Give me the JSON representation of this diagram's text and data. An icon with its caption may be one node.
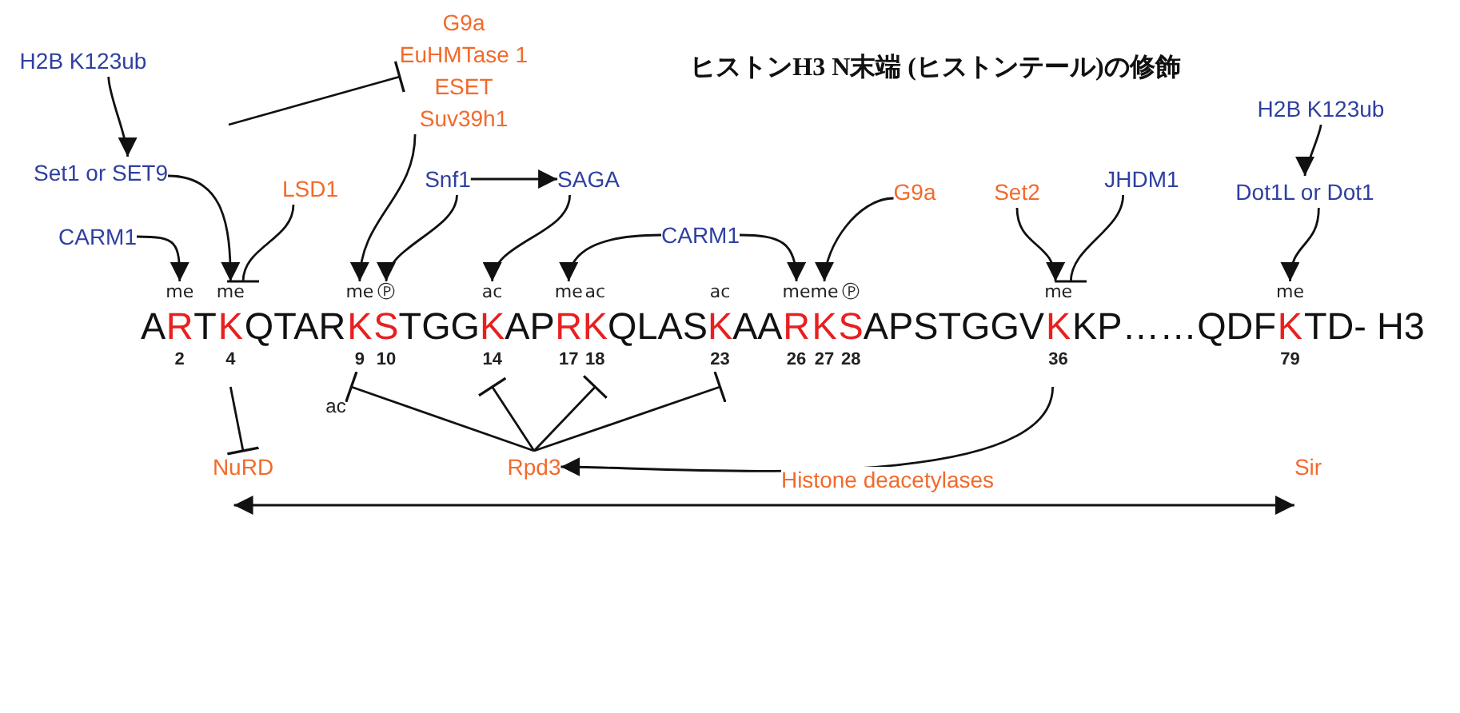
{
  "diagram": {
    "title": "ヒストンH3 N末端 (ヒストンテール)の修飾",
    "nodes": [
      {
        "text": [
          "H2B K123ub"
        ]
      },
      {
        "text": [
          "G9a",
          "EuHMTase 1",
          "ESET",
          "Suv39h1"
        ]
      },
      {
        "text": [
          "H2B K123ub"
        ]
      },
      {
        "text": [
          "Set1 or SET9"
        ]
      },
      {
        "text": [
          "Snf1"
        ]
      },
      {
        "text": [
          "SAGA"
        ]
      },
      {
        "text": [
          "LSD1"
        ]
      },
      {
        "text": [
          "JHDM1"
        ]
      },
      {
        "text": [
          "Dot1L or Dot1"
        ]
      },
      {
        "text": [
          "G9a"
        ]
      },
      {
        "text": [
          "Set2"
        ]
      },
      {
        "text": [
          "CARM1"
        ]
      },
      {
        "text": [
          "CARM1"
        ]
      },
      {
        "text": [
          "R"
        ],
        "beside": [
          "me",
          "2"
        ]
      },
      {
        "text": [
          "K"
        ],
        "beside": [
          "me",
          "4"
        ]
      },
      {
        "text": [
          "K"
        ],
        "beside": [
          "me",
          "9"
        ]
      },
      {
        "text": [
          "S"
        ],
        "beside": [
          "Ⓟ",
          "10"
        ]
      },
      {
        "text": [
          "K"
        ],
        "beside": [
          "ac",
          "14"
        ]
      },
      {
        "text": [
          "R"
        ],
        "beside": [
          "me",
          "17"
        ]
      },
      {
        "text": [
          "K"
        ],
        "beside": [
          "ac",
          "18"
        ]
      },
      {
        "text": [
          "K"
        ],
        "beside": [
          "ac",
          "23"
        ]
      },
      {
        "text": [
          "R"
        ],
        "beside": [
          "me",
          "26"
        ]
      },
      {
        "text": [
          "K"
        ],
        "beside": [
          "me",
          "27"
        ]
      },
      {
        "text": [
          "S"
        ],
        "beside": [
          "Ⓟ",
          "28"
        ]
      },
      {
        "text": [
          "K"
        ],
        "beside": [
          "me",
          "36"
        ]
      },
      {
        "text": [
          "K"
        ],
        "beside": [
          "me",
          "79"
        ]
      },
      {
        "text": [
          "NuRD"
        ]
      },
      {
        "text": [
          "Rpd3"
        ]
      },
      {
        "text": [
          "Sir"
        ]
      }
    ],
    "edges": [
      {
        "from": 0,
        "to": 3,
        "arrow": "to"
      },
      {
        "from": null,
        "to": 1,
        "arrow": "other"
      },
      {
        "from": 11,
        "to": 13,
        "arrow": "to"
      },
      {
        "from": 3,
        "to": 14,
        "arrow": "to"
      },
      {
        "from": 6,
        "to": 14,
        "arrow": "other"
      },
      {
        "from": 1,
        "to": 15,
        "arrow": "to"
      },
      {
        "from": 4,
        "to": 5,
        "arrow": "to"
      },
      {
        "from": 4,
        "to": 16,
        "arrow": "to"
      },
      {
        "from": 5,
        "to": 17,
        "arrow": "to"
      },
      {
        "from": 12,
        "to": 18,
        "arrow": "to"
      },
      {
        "from": 12,
        "to": 21,
        "arrow": "to"
      },
      {
        "from": 9,
        "to": 22,
        "arrow": "to"
      },
      {
        "from": 10,
        "to": 24,
        "arrow": "to"
      },
      {
        "from": 7,
        "to": 24,
        "arrow": "other"
      },
      {
        "from": 2,
        "to": 8,
        "arrow": "to"
      },
      {
        "from": 8,
        "to": 25,
        "arrow": "to"
      },
      {
        "from": 14,
        "to": 26,
        "arrow": "other"
      },
      {
        "from": 27,
        "to": 15,
        "arrow": "other",
        "label": "ac"
      },
      {
        "from": 27,
        "to": 17,
        "arrow": "other"
      },
      {
        "from": 27,
        "to": 19,
        "arrow": "other"
      },
      {
        "from": 27,
        "to": 20,
        "arrow": "other"
      },
      {
        "from": 24,
        "to": 27,
        "arrow": "to"
      },
      {
        "from": 26,
        "to": 28,
        "arrow": "both",
        "label": "Histone deacetylases"
      }
    ],
    "labels": [
      "A",
      "T",
      "QTAR",
      "TGG",
      "AP",
      "QLAS",
      "AA",
      "APSTGGV",
      "KP……QDF",
      "TD- H3"
    ]
  }
}
